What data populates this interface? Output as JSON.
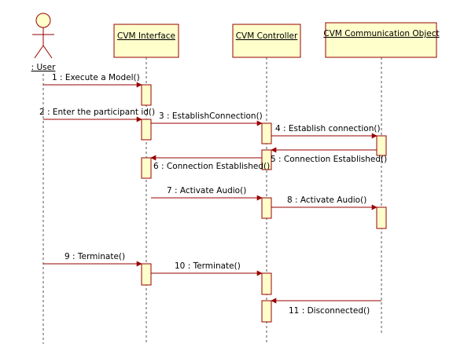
{
  "colors": {
    "lifeline_box_fill": "#ffffcc",
    "lifeline_box_border": "#990000",
    "message_arrow": "#990000",
    "activation_fill": "#ffffcc",
    "text": "#000000"
  },
  "participants": [
    {
      "id": "user",
      "label": ": User",
      "kind": "actor"
    },
    {
      "id": "interface",
      "label": "CVM Interface",
      "kind": "object"
    },
    {
      "id": "controller",
      "label": "CVM Controller",
      "kind": "object"
    },
    {
      "id": "comm",
      "label": "CVM Communication Object",
      "kind": "object"
    }
  ],
  "messages": [
    {
      "label": "1 : Execute a Model()",
      "from": "user",
      "to": "interface"
    },
    {
      "label": "2 : Enter the participant id()",
      "from": "user",
      "to": "interface"
    },
    {
      "label": "3 : EstablishConnection()",
      "from": "interface",
      "to": "controller"
    },
    {
      "label": "4 : Establish connection()",
      "from": "controller",
      "to": "comm"
    },
    {
      "label": "5 : Connection Established()",
      "from": "comm",
      "to": "controller"
    },
    {
      "label": "6 : Connection Established()",
      "from": "controller",
      "to": "interface"
    },
    {
      "label": "7 : Activate Audio()",
      "from": "interface",
      "to": "controller"
    },
    {
      "label": "8 : Activate Audio()",
      "from": "controller",
      "to": "comm"
    },
    {
      "label": "9 : Terminate()",
      "from": "user",
      "to": "interface"
    },
    {
      "label": "10 : Terminate()",
      "from": "interface",
      "to": "controller"
    },
    {
      "label": "11 : Disconnected()",
      "from": "comm",
      "to": "controller"
    }
  ]
}
